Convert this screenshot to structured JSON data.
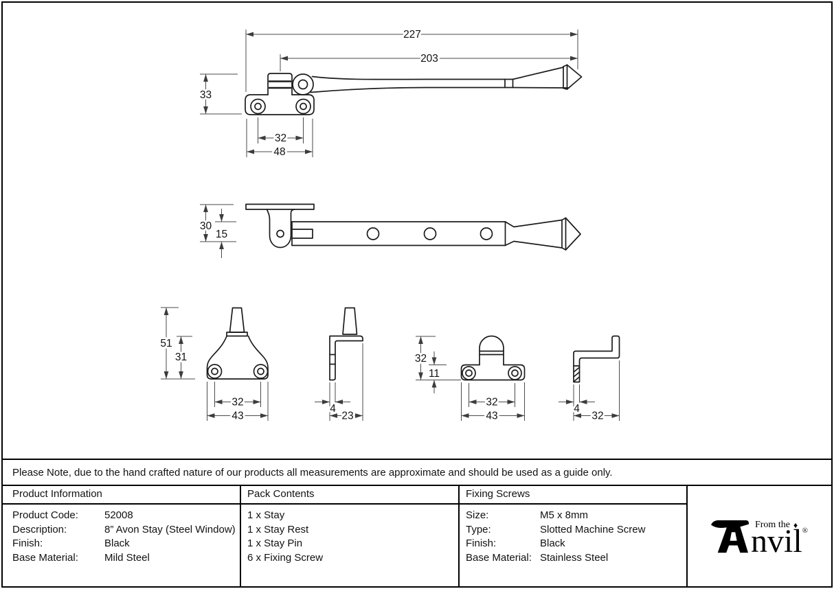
{
  "note": "Please Note, due to the hand crafted nature of our products all measurements are approximate and should be used as a guide only.",
  "drawing": {
    "plan_view": {
      "overall_length": "227",
      "arm_length": "203",
      "bracket_height": "33",
      "hole_spacing": "32",
      "base_width": "48"
    },
    "side_view": {
      "rest_height": "30",
      "arm_offset": "15"
    },
    "pin_front": {
      "overall_height": "51",
      "body_height": "31",
      "hole_spacing": "32",
      "base_width": "43"
    },
    "pin_side": {
      "thickness": "4",
      "depth": "23"
    },
    "rest_front": {
      "overall_height": "32",
      "body_height": "11",
      "hole_spacing": "32",
      "base_width": "43"
    },
    "rest_side": {
      "thickness": "4",
      "depth": "32"
    }
  },
  "table": {
    "product_information": {
      "header": "Product Information",
      "rows": [
        {
          "label": "Product Code:",
          "value": "52008"
        },
        {
          "label": "Description:",
          "value": "8” Avon Stay (Steel Window)"
        },
        {
          "label": "Finish:",
          "value": "Black"
        },
        {
          "label": "Base Material:",
          "value": "Mild Steel"
        }
      ]
    },
    "pack_contents": {
      "header": "Pack Contents",
      "items": [
        "1 x Stay",
        "1 x Stay Rest",
        "1 x Stay Pin",
        "6 x Fixing Screw"
      ]
    },
    "fixing_screws": {
      "header": "Fixing Screws",
      "rows": [
        {
          "label": "Size:",
          "value": "M5 x 8mm"
        },
        {
          "label": "Type:",
          "value": "Slotted Machine Screw"
        },
        {
          "label": "Finish:",
          "value": "Black"
        },
        {
          "label": "Base Material:",
          "value": "Stainless Steel"
        }
      ]
    }
  },
  "logo": {
    "tagline": "From the",
    "diamond_icon": "♦",
    "brand_name": "Anvil",
    "brand_suffix": "nvil",
    "registered": "®"
  },
  "colors": {
    "ink": "#000000",
    "paper": "#ffffff"
  }
}
